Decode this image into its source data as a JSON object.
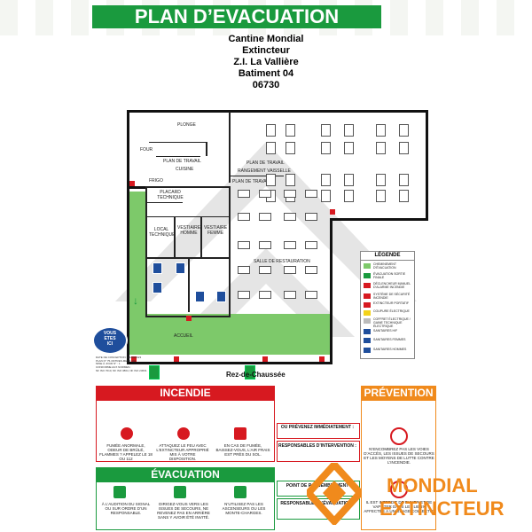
{
  "title": "PLAN  D’EVACUATION",
  "address": [
    "Cantine Mondial",
    "Extincteur",
    "Z.I. La Vallière",
    "Batiment 04",
    "06730"
  ],
  "rooms": {
    "plonge": "PLONGE",
    "four": "FOUR",
    "plan_travail_1": "PLAN DE TRAVAIL",
    "cuisine": "CUISINE",
    "plan_travail_2": "PLAN DE TRAVAIL",
    "rangement": "RANGEMENT VAISSELLE",
    "frigo": "FRIGO",
    "plan_travail_3": "PLAN DE TRAVAIL",
    "placard": "PLACARD TECHNIQUE",
    "local": "LOCAL TECHNIQUE",
    "vestiaire_h": "VESTIAIRE HOMME",
    "vestiaire_f": "VESTIAIRE FEMME",
    "salle": "SALLE DE RESTAURATION",
    "accueil": "ACCUEIL"
  },
  "you_are_here": [
    "VOUS",
    "ETES",
    "ICI"
  ],
  "floor": "Rez-de-Chaussée",
  "fine_print": [
    "DATE DE CONCEPTION : 21/08/2023",
    "PLAN N° 75-ODTRES-MEFR-102",
    "MISE À JOUR N° : 1",
    "CONFORME AUX NORMES :",
    "NF ISO 7010, NF ISO 3864, NF ISO 23601"
  ],
  "legend": {
    "title": "LÉGENDE",
    "items": [
      "CHEMINEMENT D’ÉVACUATION",
      "ÉVACUATION SORTIE FINALE",
      "DÉCLENCHEUR MANUEL D’ALARME INCENDIE",
      "SYSTÈME DE SÉCURITÉ INCENDIE",
      "EXTINCTEUR PORTATIF",
      "COUPURE ÉLECTRIQUE",
      "COFFRET ÉLECTRIQUE / GAINE TECHNIQUE ÉLECTRIQUE",
      "SANITAIRES H/F",
      "SANITAIRES FEMMES",
      "SANITAIRES HOMMES"
    ]
  },
  "incendie": {
    "title": "INCENDIE",
    "steps": [
      "FUMÉE ANORMALE, ODEUR DE BRÛLÉ, FLAMMES ? APPELEZ LE 18 OU 112",
      "ATTAQUEZ LE FEU AVEC L’EXTINCTEUR APPROPRIÉ MIS À VOTRE DISPOSITION.",
      "EN CAS DE FUMÉE, BAISSEZ-VOUS, L’AIR FRAIS EST PRÈS DU SOL."
    ],
    "prevenir_label": "OU PRÉVENEZ IMMÉDIATEMENT :",
    "responsables_label": "RESPONSABLES D’INTERVENTION :"
  },
  "evacuation": {
    "title": "ÉVACUATION",
    "steps": [
      "À L’AUDITION DU SIGNAL OU SUR ORDRE D’UN RESPONSABLE.",
      "DIRIGEZ-VOUS VERS LES ISSUES DE SECOURS, NE REVENEZ PAS EN ARRIÈRE SANS Y AVOIR ÉTÉ INVITÉ.",
      "N’UTILISEZ PAS LES ASCENSEURS OU LES MONTE-CHARGES."
    ],
    "point_label": "POINT DE RASSEMBLEMENT",
    "responsables_label": "RESPONSABLES D’ÉVACUATION :"
  },
  "prevention": {
    "title": "PRÉVENTION",
    "text_1": "N’ENCOMBREZ PAS LES VOIES D’ACCÈS, LES ISSUES DE SECOURS ET LES MOYENS DE LUTTE CONTRE L’INCENDIE.",
    "text_2": "IL EST INTERDIT DE FUMER ET DE VAPOTER DANS LES LIEUX AFFECTÉS À UN USAGE COLLECTIF."
  },
  "logo": [
    "MONDIAL",
    "EXTINCTEUR"
  ],
  "colors": {
    "green": "#1a9a3e",
    "red": "#d71920",
    "blue": "#1f4e9c",
    "orange": "#f08a1c"
  }
}
